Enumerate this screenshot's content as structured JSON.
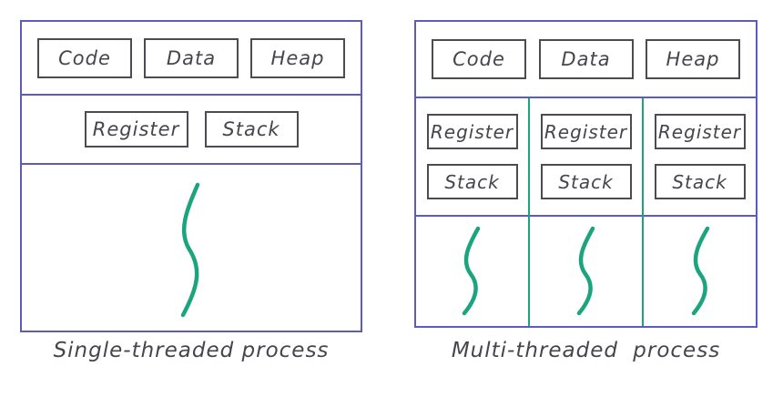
{
  "colors": {
    "frame": "#5b5db6",
    "box_border": "#4b4c52",
    "ink": "#45464c",
    "thread": "#1ca47e",
    "background": "#ffffff"
  },
  "single": {
    "caption": "Single-threaded process",
    "memory": [
      "Code",
      "Data",
      "Heap"
    ],
    "context": [
      "Register",
      "Stack"
    ],
    "thread_count": 1
  },
  "multi": {
    "caption": "Multi-threaded process",
    "memory": [
      "Code",
      "Data",
      "Heap"
    ],
    "threads": [
      {
        "context": [
          "Register",
          "Stack"
        ]
      },
      {
        "context": [
          "Register",
          "Stack"
        ]
      },
      {
        "context": [
          "Register",
          "Stack"
        ]
      }
    ],
    "thread_count": 3
  }
}
